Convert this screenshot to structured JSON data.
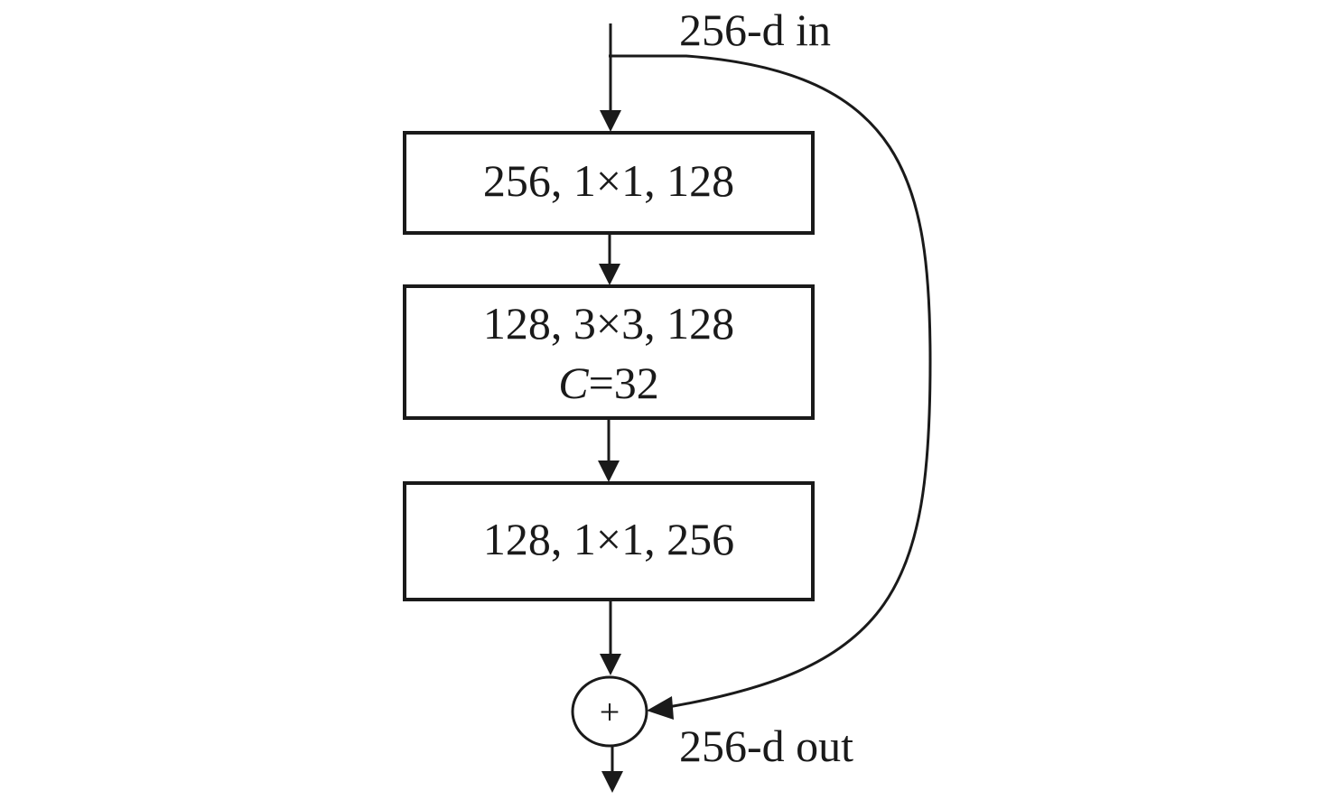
{
  "input_label": "256-d in",
  "output_label": "256-d out",
  "blocks": [
    {
      "line1": "256, 1×1, 128"
    },
    {
      "line1": "128, 3×3, 128",
      "line2_italic": "C",
      "line2_rest": "=32"
    },
    {
      "line1": "128, 1×1, 256"
    }
  ],
  "sum_symbol": "+"
}
